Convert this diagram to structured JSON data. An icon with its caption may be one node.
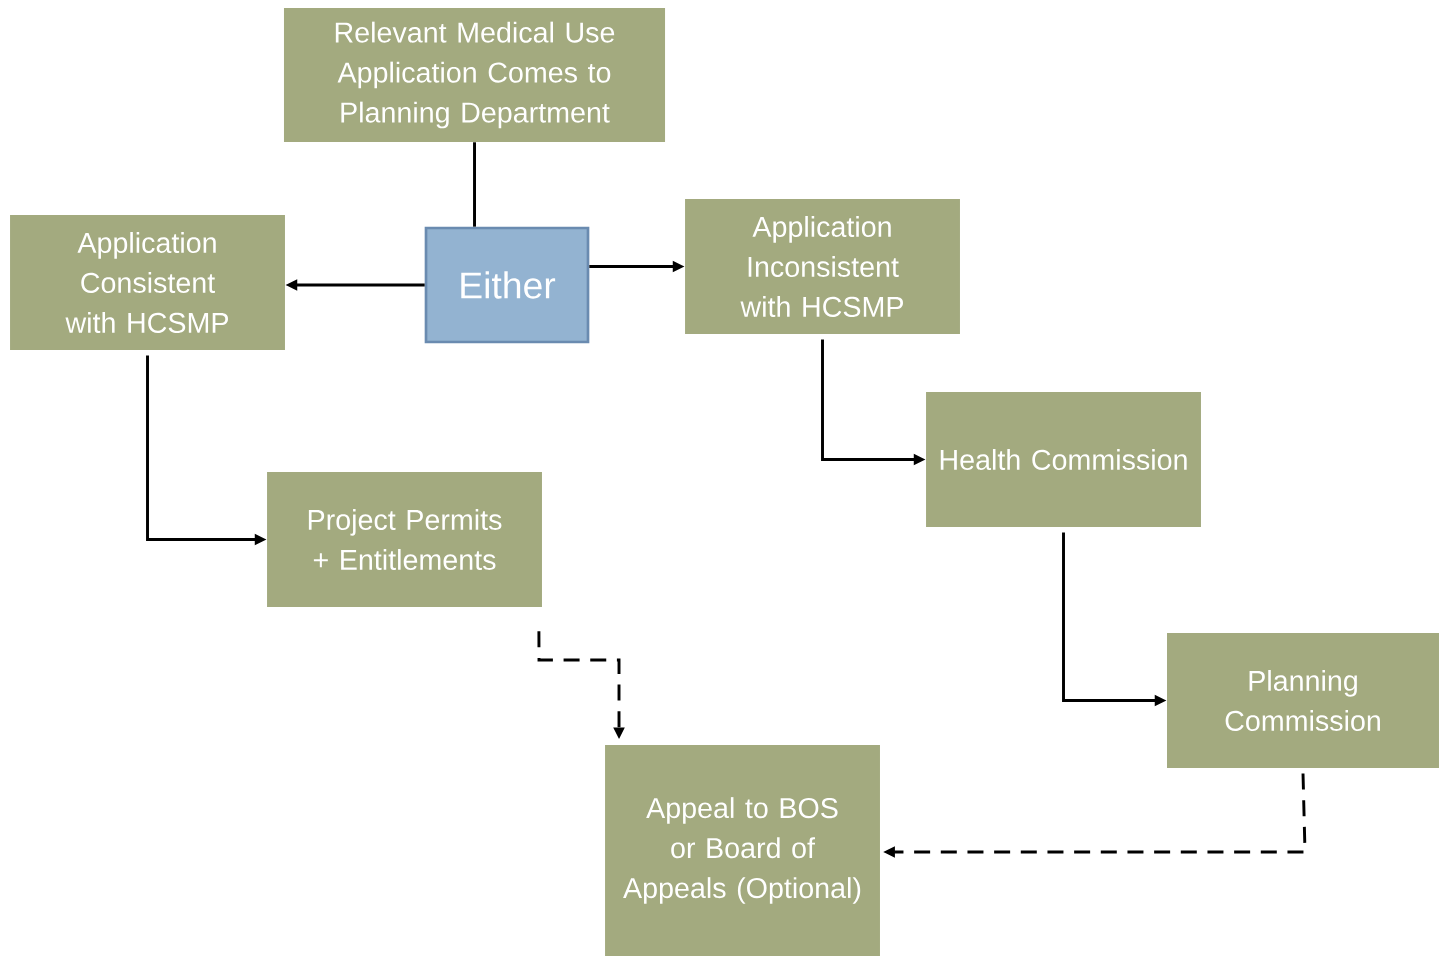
{
  "diagram": {
    "nodes": [
      {
        "text": [
          "Relevant Medical Use Application Comes to Planning Department"
        ]
      },
      {
        "text": [
          "Application Consistent with HCSMP"
        ]
      },
      {
        "text": [
          "Either"
        ]
      },
      {
        "text": [
          "Application Inconsistent with HCSMP"
        ]
      },
      {
        "text": [
          "Project Permits + Entitlements"
        ]
      },
      {
        "text": [
          "Health Commission"
        ]
      },
      {
        "text": [
          "Planning Commission"
        ]
      },
      {
        "text": [
          "Appeal to BOS or Board of Appeals (Optional)"
        ]
      }
    ],
    "edges": [
      {
        "from": 0,
        "to": 2,
        "arrow": "none"
      },
      {
        "from": 2,
        "to": 1,
        "arrow": "to"
      },
      {
        "from": 2,
        "to": 3,
        "arrow": "to"
      },
      {
        "from": 1,
        "to": 4,
        "arrow": "to"
      },
      {
        "from": 3,
        "to": 5,
        "arrow": "to"
      },
      {
        "from": 5,
        "to": 6,
        "arrow": "to"
      },
      {
        "from": 4,
        "to": 7,
        "arrow": "to",
        "style": "dashed"
      },
      {
        "from": 6,
        "to": 7,
        "arrow": "to",
        "style": "dashed"
      }
    ]
  }
}
